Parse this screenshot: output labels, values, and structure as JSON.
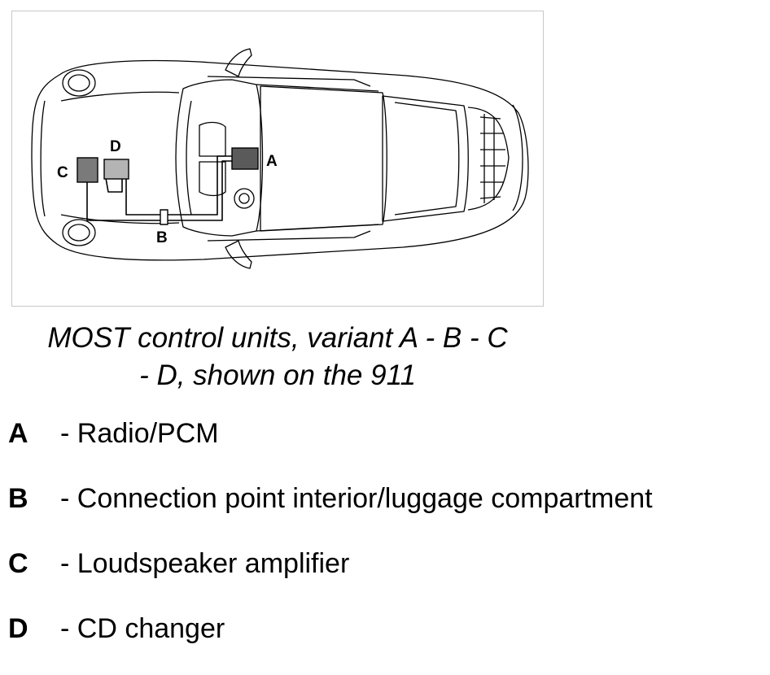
{
  "figure": {
    "labels": {
      "a": "A",
      "b": "B",
      "c": "C",
      "d": "D"
    }
  },
  "caption": {
    "line1": "MOST control units, variant A - B - C",
    "line2": "- D, shown on the 911"
  },
  "legend": [
    {
      "key": "A",
      "text": "- Radio/PCM"
    },
    {
      "key": "B",
      "text": "- Connection point interior/luggage compartment"
    },
    {
      "key": "C",
      "text": "- Loudspeaker amplifier"
    },
    {
      "key": "D",
      "text": "- CD changer"
    }
  ],
  "colors": {
    "unit_a": "#5a5a5a",
    "unit_c": "#7a7a7a",
    "unit_d": "#b4b4b4",
    "outline": "#000000",
    "frame": "#c8c8c8"
  }
}
